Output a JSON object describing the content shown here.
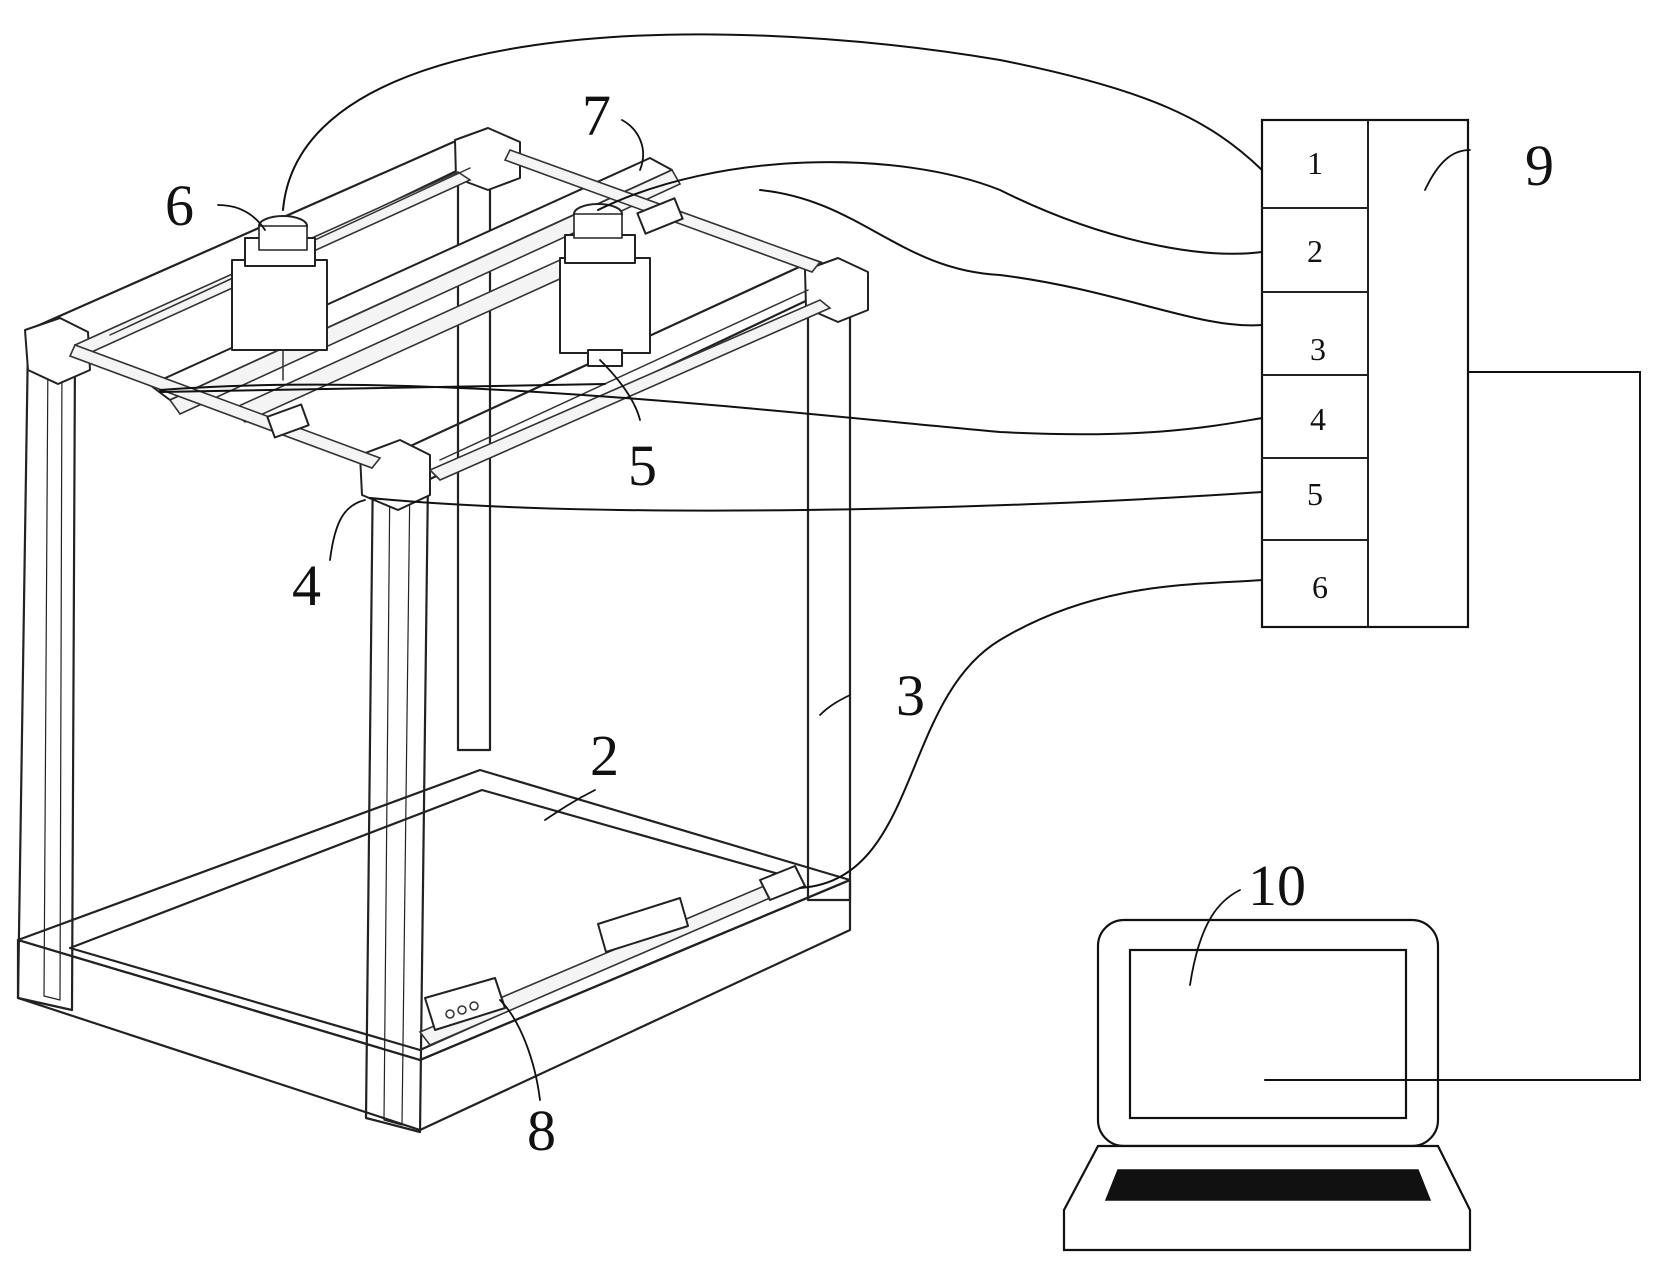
{
  "labels": {
    "frame": "3",
    "platform": "2",
    "crossbeam": "7",
    "camera": "6",
    "nozzle": "5",
    "sensor": "4",
    "rail_slider": "8",
    "controller": "9",
    "computer": "10"
  },
  "controller_cells": [
    "1",
    "2",
    "3",
    "4",
    "5",
    "6"
  ]
}
